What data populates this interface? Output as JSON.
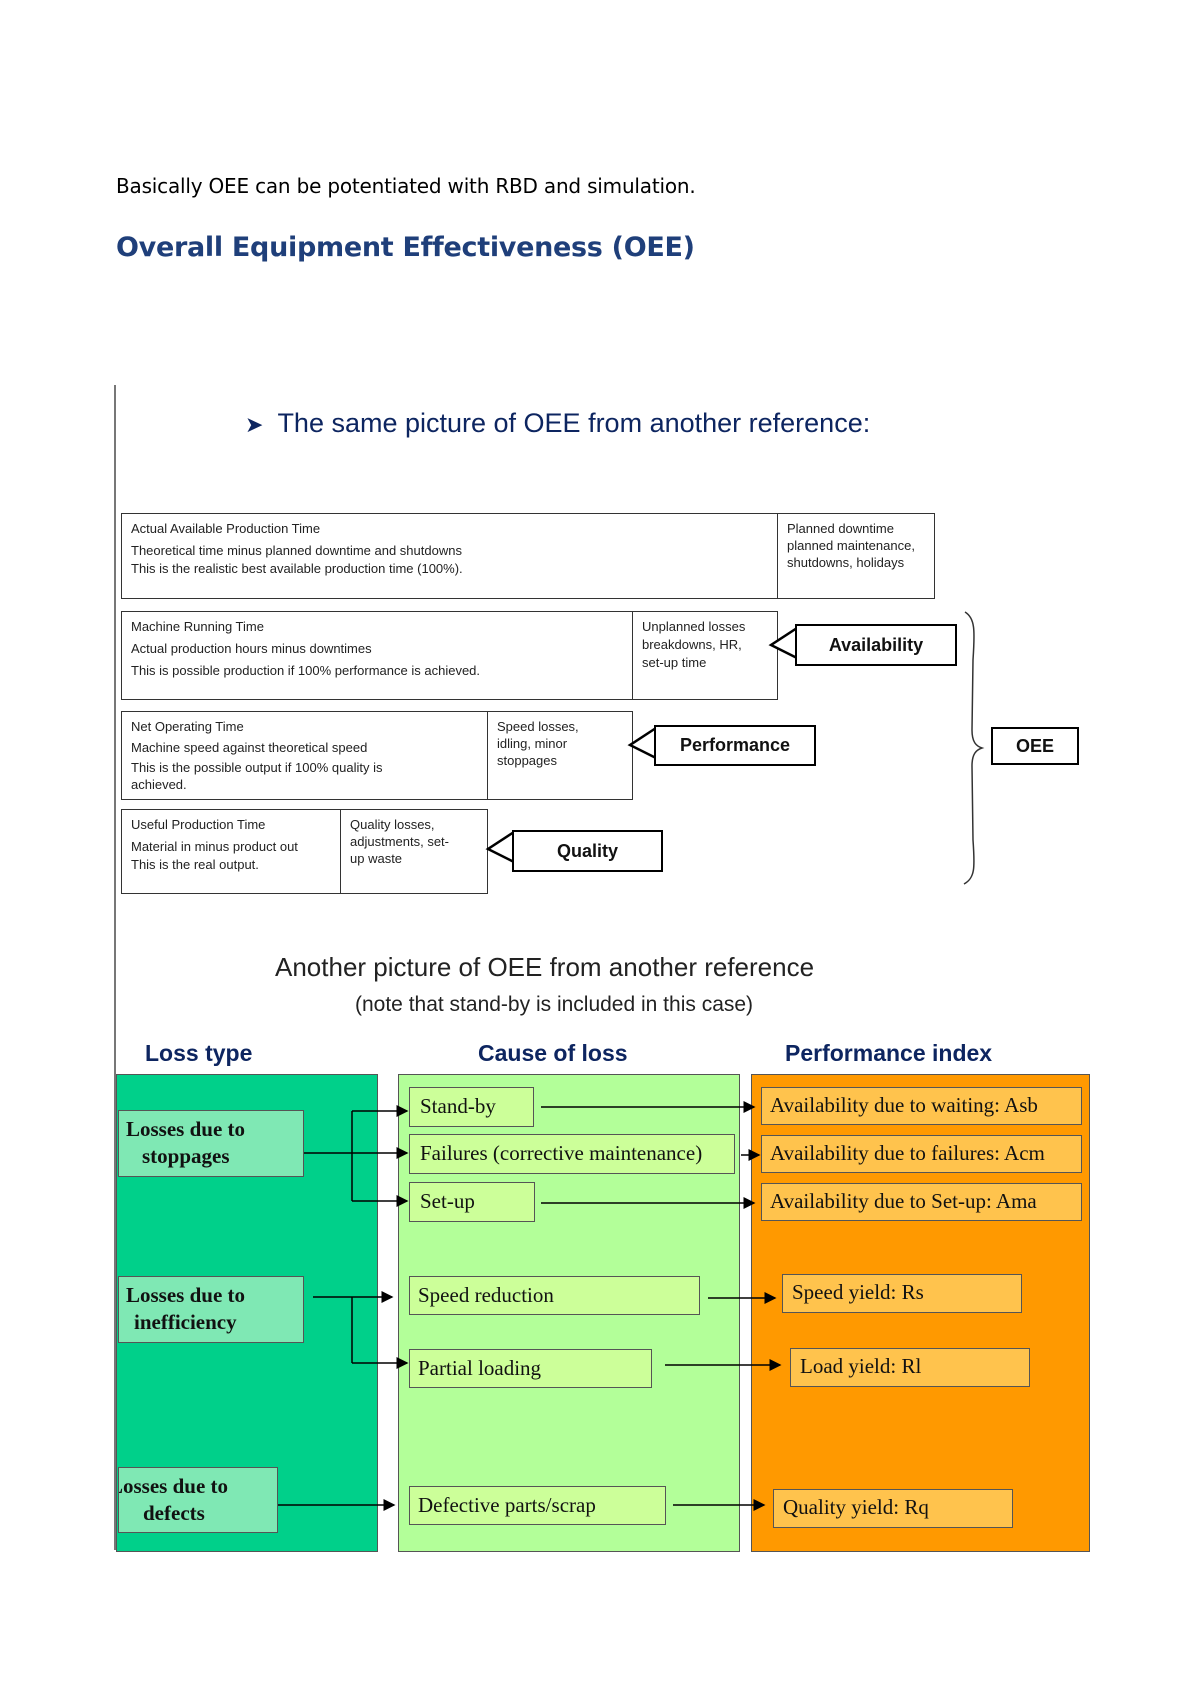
{
  "intro_text": "Basically OEE can be potentiated with RBD and simulation.",
  "heading": "Overall Equipment Effectiveness (OEE)",
  "figure1": {
    "subtitle": "The same picture of OEE from another reference:",
    "rows": [
      {
        "title": "Actual Available Production Time",
        "line1": "Theoretical time minus planned downtime and shutdowns",
        "line2": "This is the realistic best available production time (100%).",
        "loss": "Planned downtime\nplanned maintenance,\nshutdowns, holidays"
      },
      {
        "title": "Machine Running Time",
        "line1": "Actual production hours minus downtimes",
        "line2": "This is possible production if 100% performance is achieved.",
        "loss": "Unplanned losses\nbreakdowns, HR,\nset-up time"
      },
      {
        "title": "Net Operating Time",
        "line1": "Machine speed against theoretical speed",
        "line2": "This is the possible output if 100% quality is achieved.",
        "loss": "Speed losses,\nidling, minor\nstoppages"
      },
      {
        "title": "Useful Production Time",
        "line1": "Material in minus product out",
        "line2": "This is the real output.",
        "loss": "Quality losses,\nadjustments, set-\nup waste"
      }
    ],
    "callouts": {
      "availability": "Availability",
      "performance": "Performance",
      "quality": "Quality",
      "oee": "OEE"
    }
  },
  "figure2": {
    "title": "Another picture of OEE from another reference",
    "subtitle": "(note that stand-by is included in this case)",
    "columns": [
      "Loss type",
      "Cause of loss",
      "Performance index"
    ],
    "loss_types": [
      {
        "line1": "Losses due to",
        "line2": "stoppages"
      },
      {
        "line1": "Losses due to",
        "line2": "inefficiency"
      },
      {
        "line1": "Losses due to",
        "line2": "defects"
      }
    ],
    "causes": [
      "Stand-by",
      "Failures (corrective maintenance)",
      "Set-up",
      "Speed reduction",
      "Partial loading",
      "Defective parts/scrap"
    ],
    "indices": [
      "Availability due to waiting: Asb",
      "Availability due to failures: Acm",
      "Availability due to Set-up: Ama",
      "Speed yield: Rs",
      "Load yield: Rl",
      "Quality yield: Rq"
    ],
    "colors": {
      "green": "#00d08a",
      "light_green": "#7fe8b4",
      "lime": "#b3ff99",
      "lime_box": "#ccff99",
      "orange": "#ff9900",
      "orange_box": "#ffc34d"
    }
  }
}
